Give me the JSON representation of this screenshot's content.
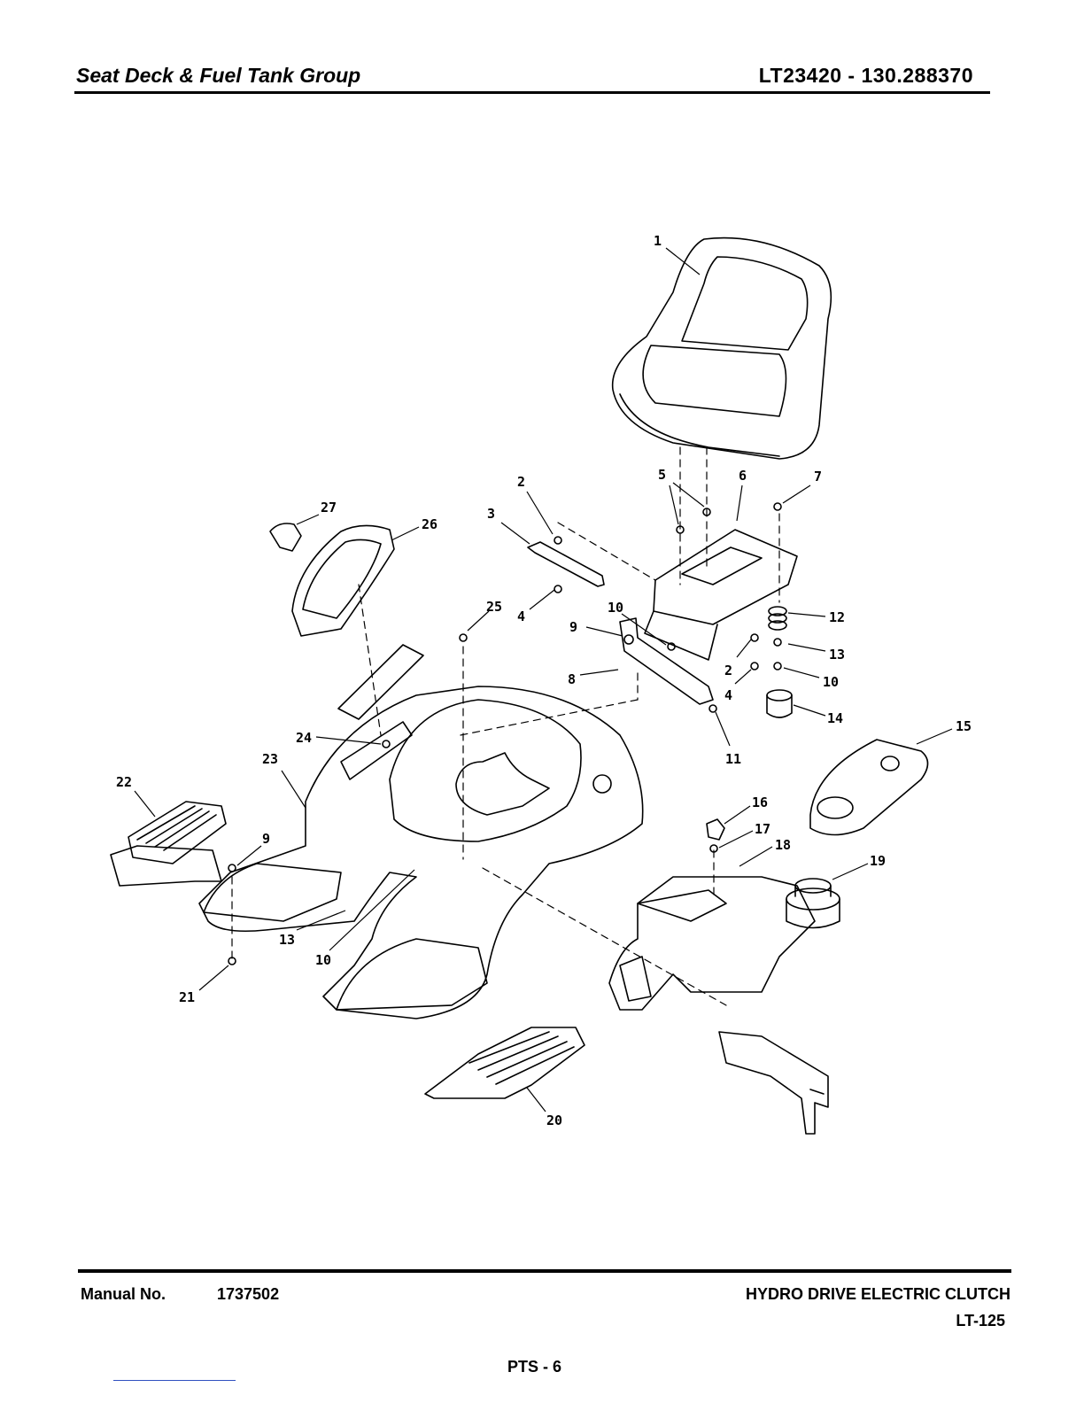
{
  "header": {
    "title": "Seat Deck & Fuel Tank Group",
    "model": "LT23420 - 130.288370"
  },
  "diagram": {
    "callouts": [
      {
        "id": "c1",
        "text": "1"
      },
      {
        "id": "c2a",
        "text": "2"
      },
      {
        "id": "c3",
        "text": "3"
      },
      {
        "id": "c4a",
        "text": "4"
      },
      {
        "id": "c5",
        "text": "5"
      },
      {
        "id": "c6",
        "text": "6"
      },
      {
        "id": "c7",
        "text": "7"
      },
      {
        "id": "c25",
        "text": "25"
      },
      {
        "id": "c10a",
        "text": "10"
      },
      {
        "id": "c9a",
        "text": "9"
      },
      {
        "id": "c8",
        "text": "8"
      },
      {
        "id": "c2b",
        "text": "2"
      },
      {
        "id": "c4b",
        "text": "4"
      },
      {
        "id": "c11",
        "text": "11"
      },
      {
        "id": "c12",
        "text": "12"
      },
      {
        "id": "c13a",
        "text": "13"
      },
      {
        "id": "c10b",
        "text": "10"
      },
      {
        "id": "c14",
        "text": "14"
      },
      {
        "id": "c15",
        "text": "15"
      },
      {
        "id": "c27",
        "text": "27"
      },
      {
        "id": "c26",
        "text": "26"
      },
      {
        "id": "c24",
        "text": "24"
      },
      {
        "id": "c23",
        "text": "23"
      },
      {
        "id": "c22",
        "text": "22"
      },
      {
        "id": "c9b",
        "text": "9"
      },
      {
        "id": "c13b",
        "text": "13"
      },
      {
        "id": "c10c",
        "text": "10"
      },
      {
        "id": "c21",
        "text": "21"
      },
      {
        "id": "c16",
        "text": "16"
      },
      {
        "id": "c17",
        "text": "17"
      },
      {
        "id": "c18",
        "text": "18"
      },
      {
        "id": "c19",
        "text": "19"
      },
      {
        "id": "c20",
        "text": "20"
      }
    ]
  },
  "footer": {
    "manual_label": "Manual No.",
    "manual_number": "1737502",
    "description": "HYDRO DRIVE ELECTRIC CLUTCH",
    "code": "LT-125",
    "page": "PTS - 6"
  }
}
